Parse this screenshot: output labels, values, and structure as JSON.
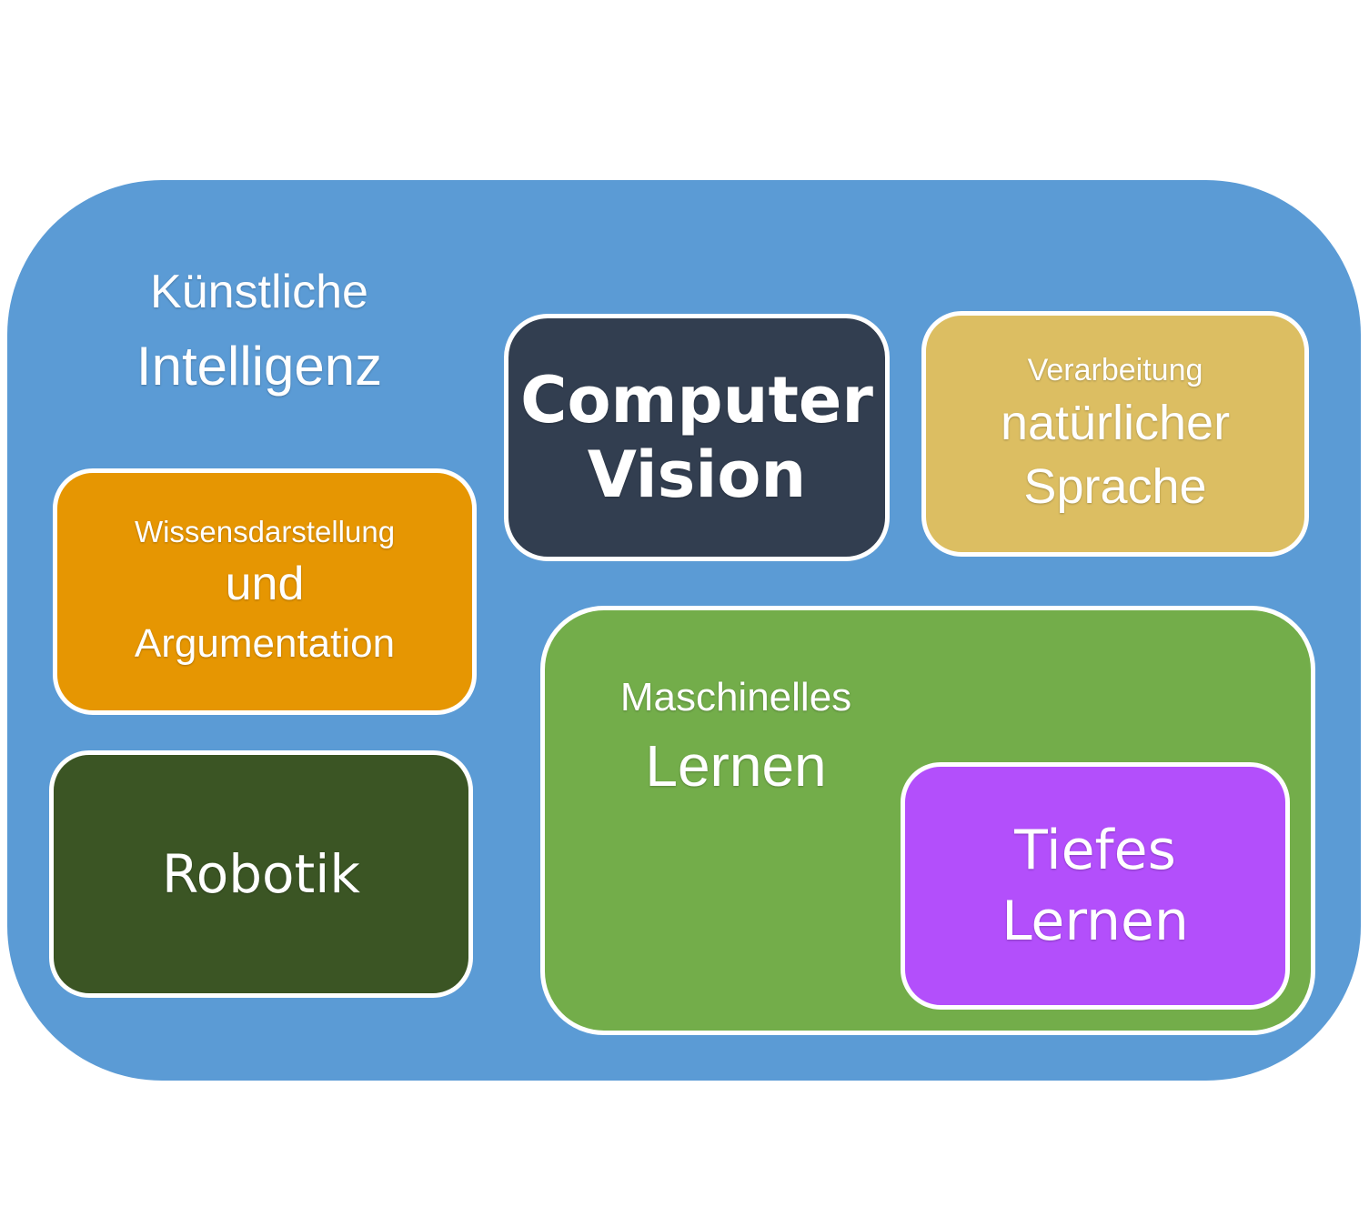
{
  "diagram": {
    "ai": {
      "line1": "Künstliche",
      "line2": "Intelligenz",
      "color": "#5b9bd5"
    },
    "computer_vision": {
      "line1": "Computer",
      "line2": "Vision",
      "color": "#323e50"
    },
    "nlp": {
      "line1": "Verarbeitung",
      "line2": "natürlicher",
      "line3": "Sprache",
      "color": "#dcbe62"
    },
    "knowledge": {
      "line1": "Wissensdarstellung",
      "line2": "und",
      "line3": "Argumentation",
      "color": "#e69602"
    },
    "robotics": {
      "label": "Robotik",
      "color": "#3b5524"
    },
    "machine_learning": {
      "line1": "Maschinelles",
      "line2": "Lernen",
      "color": "#73ad4a"
    },
    "deep_learning": {
      "line1": "Tiefes",
      "line2": "Lernen",
      "color": "#b34ffb"
    }
  }
}
